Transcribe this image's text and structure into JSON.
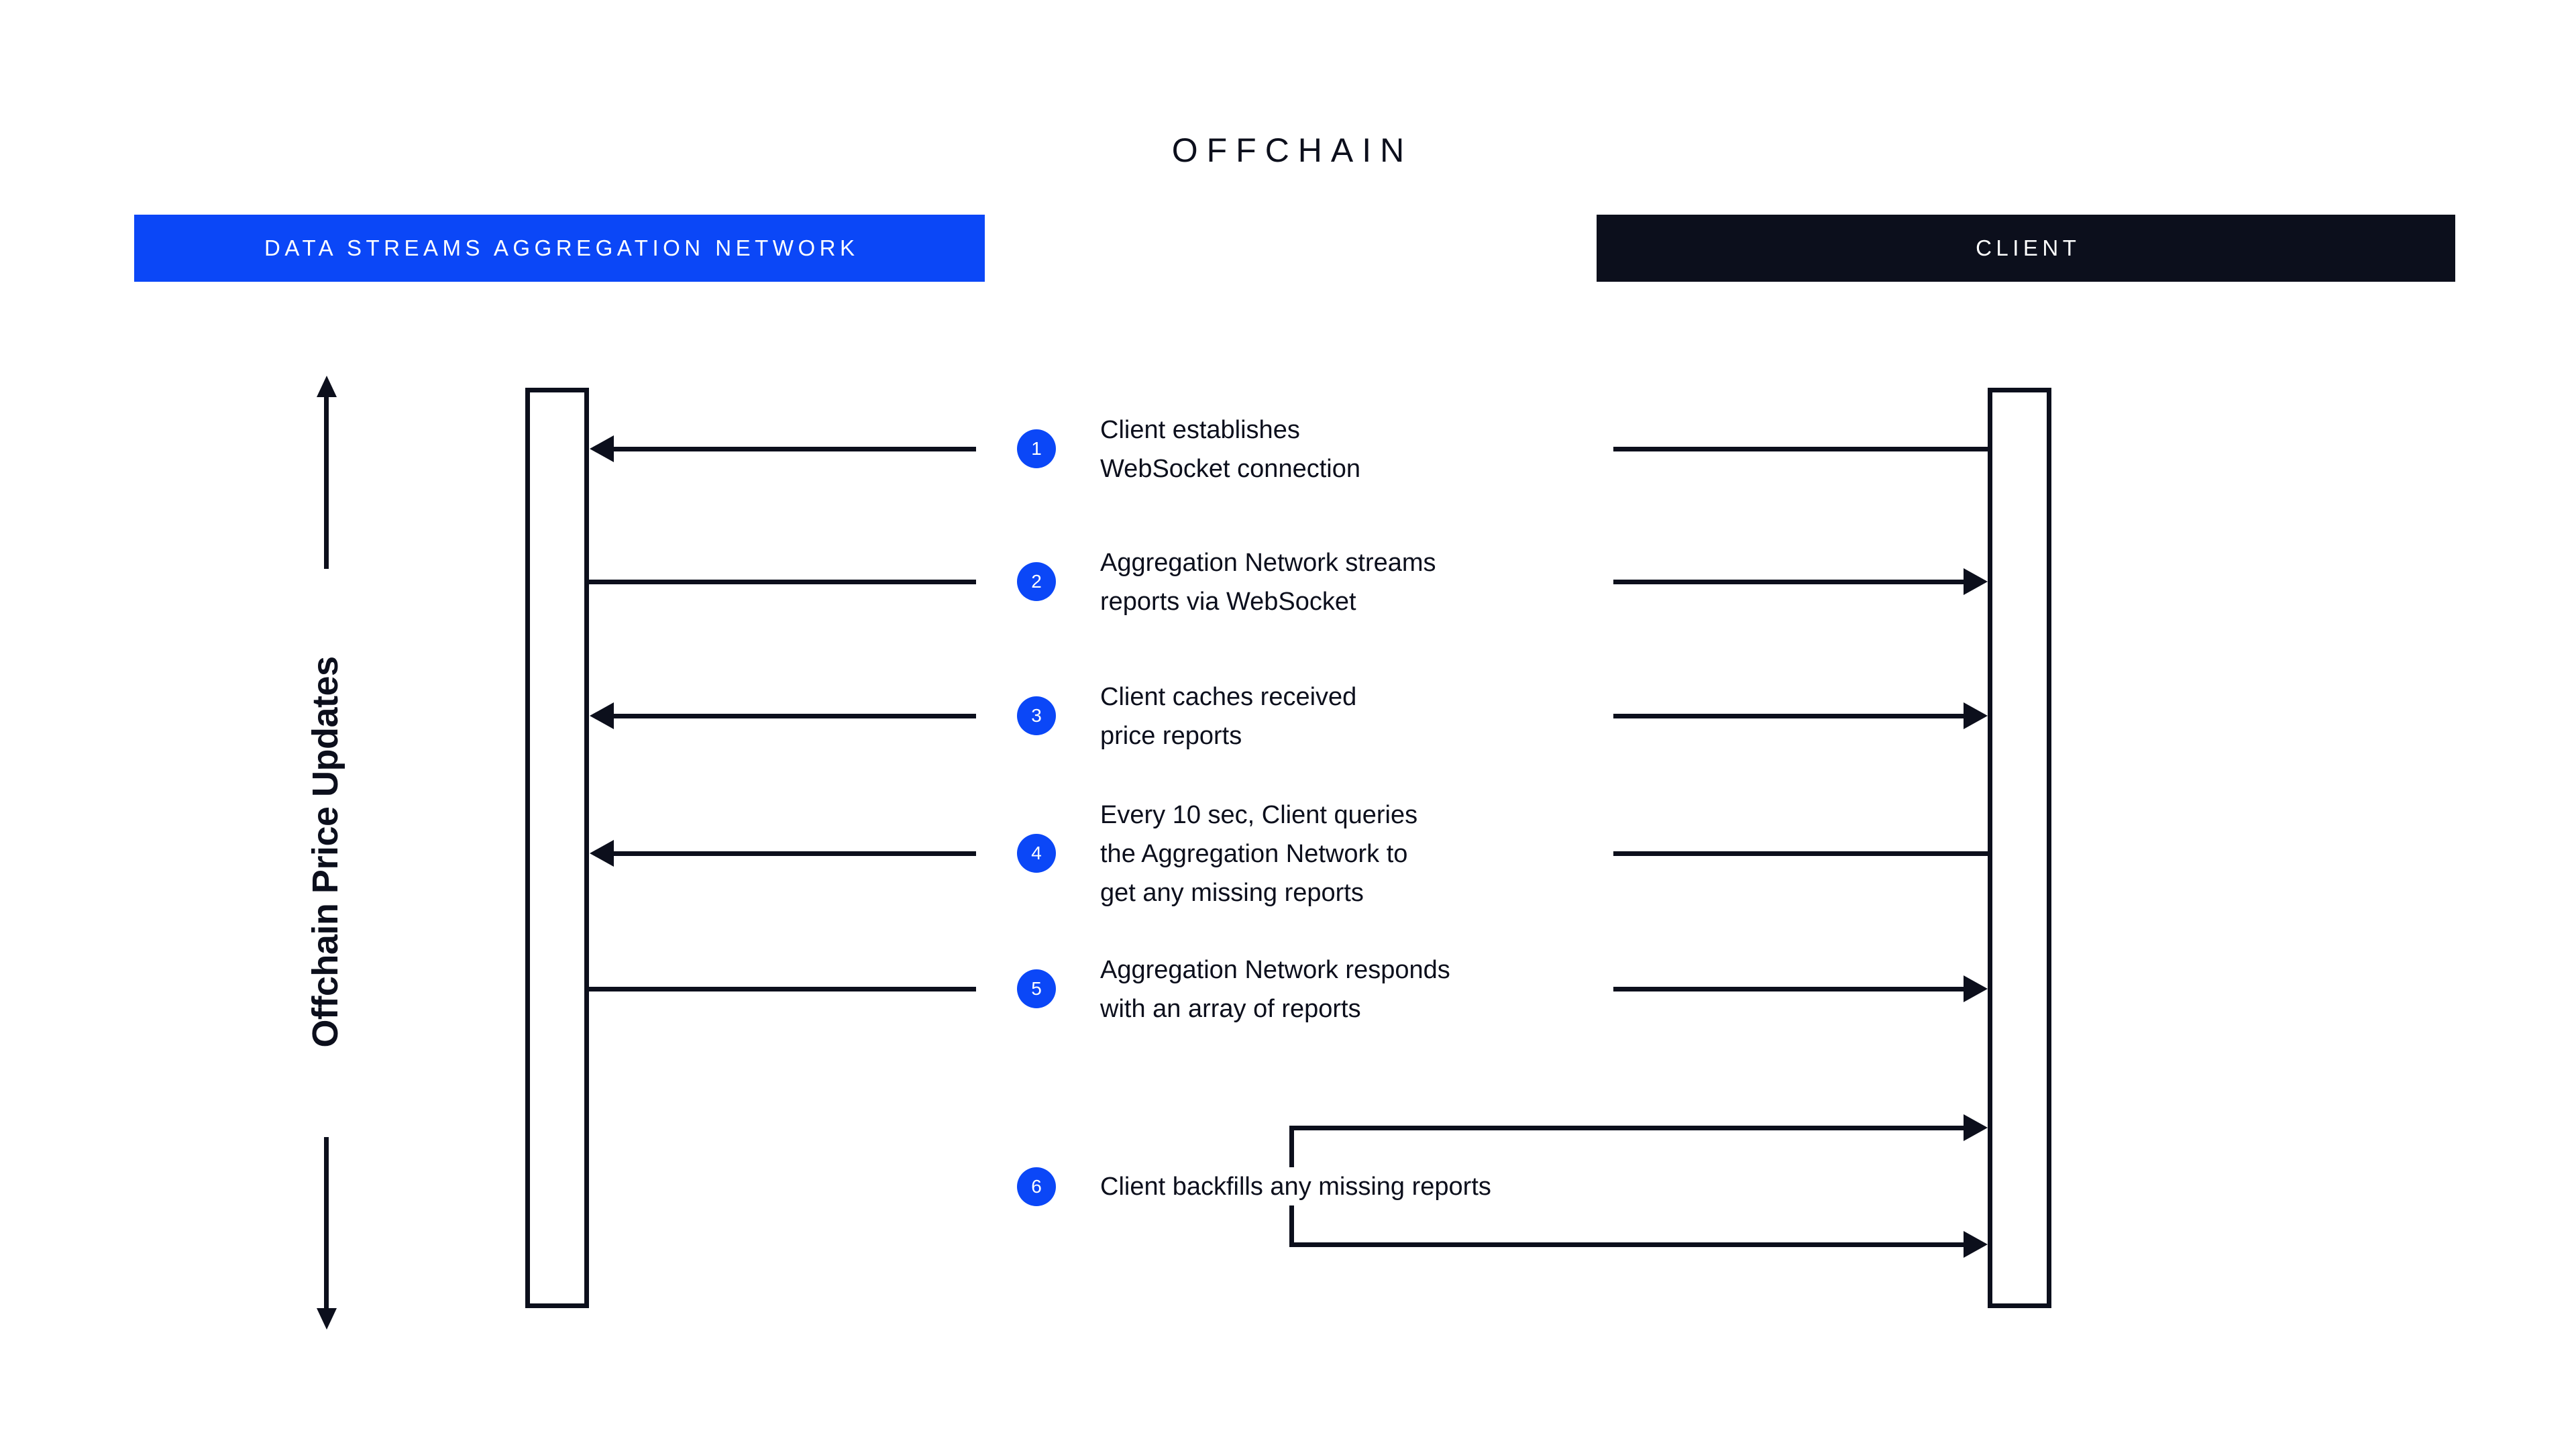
{
  "title": "OFFCHAIN",
  "colors": {
    "accent_blue": "#0B47F7",
    "dark_navy": "#0C0F1C",
    "background": "#FFFFFF"
  },
  "lanes": [
    {
      "id": "aggregation",
      "label": "DATA STREAMS AGGREGATION NETWORK",
      "header_color": "#0B47F7"
    },
    {
      "id": "client",
      "label": "CLIENT",
      "header_color": "#0C0F1C"
    }
  ],
  "axis": {
    "label": "Offchain Price Updates",
    "arrow_top": "up-arrow-icon",
    "arrow_bottom": "down-arrow-icon"
  },
  "steps": [
    {
      "number": "1",
      "text": "Client establishes\nWebSocket connection",
      "left_arrow": "left",
      "right_arrow": "none"
    },
    {
      "number": "2",
      "text": "Aggregation Network streams\nreports via WebSocket",
      "left_arrow": "none",
      "right_arrow": "right"
    },
    {
      "number": "3",
      "text": "Client caches received\nprice reports",
      "left_arrow": "left",
      "right_arrow": "right"
    },
    {
      "number": "4",
      "text": "Every 10 sec, Client queries\nthe Aggregation Network to\nget any missing reports",
      "left_arrow": "left",
      "right_arrow": "none"
    },
    {
      "number": "5",
      "text": "Aggregation Network responds\nwith an array of reports",
      "left_arrow": "none",
      "right_arrow": "right"
    },
    {
      "number": "6",
      "text": "Client backfills any missing reports",
      "left_arrow": "none",
      "right_arrow": "right-self-loop"
    }
  ]
}
